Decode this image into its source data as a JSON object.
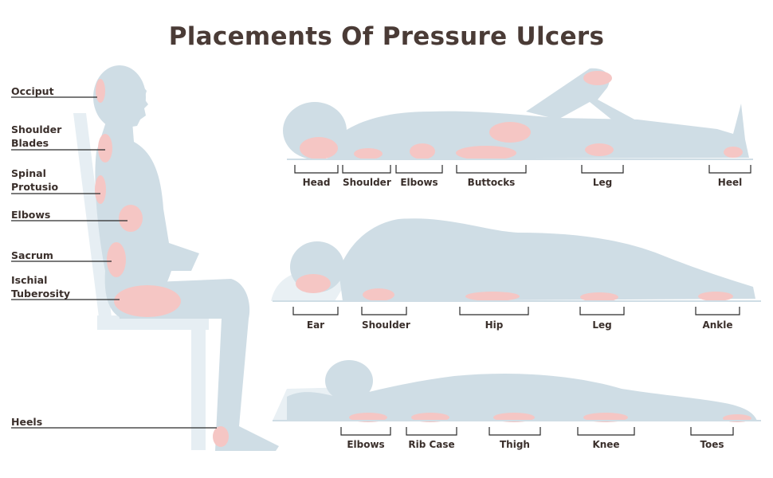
{
  "title": "Placements Of Pressure Ulcers",
  "colors": {
    "body": "#cfdde5",
    "chair": "#e6eef3",
    "ulcer": "#f5c6c4",
    "pillow": "#e9f0f4",
    "text": "#3a2f2b",
    "line": "#2b2b2b"
  },
  "sitting_labels": [
    {
      "lines": [
        "Occiput"
      ]
    },
    {
      "lines": [
        "Shoulder",
        "Blades"
      ]
    },
    {
      "lines": [
        "Spinal",
        "Protusio"
      ]
    },
    {
      "lines": [
        "Elbows"
      ]
    },
    {
      "lines": [
        "Sacrum"
      ]
    },
    {
      "lines": [
        "Ischial",
        "Tuberosity"
      ]
    },
    {
      "lines": [
        "Heels"
      ]
    }
  ],
  "supine_labels": [
    "Head",
    "Shoulder",
    "Elbows",
    "Buttocks",
    "Leg",
    "Heel"
  ],
  "side_labels": [
    "Ear",
    "Shoulder",
    "Hip",
    "Leg",
    "Ankle"
  ],
  "prone_labels": [
    "Elbows",
    "Rib Case",
    "Thigh",
    "Knee",
    "Toes"
  ]
}
